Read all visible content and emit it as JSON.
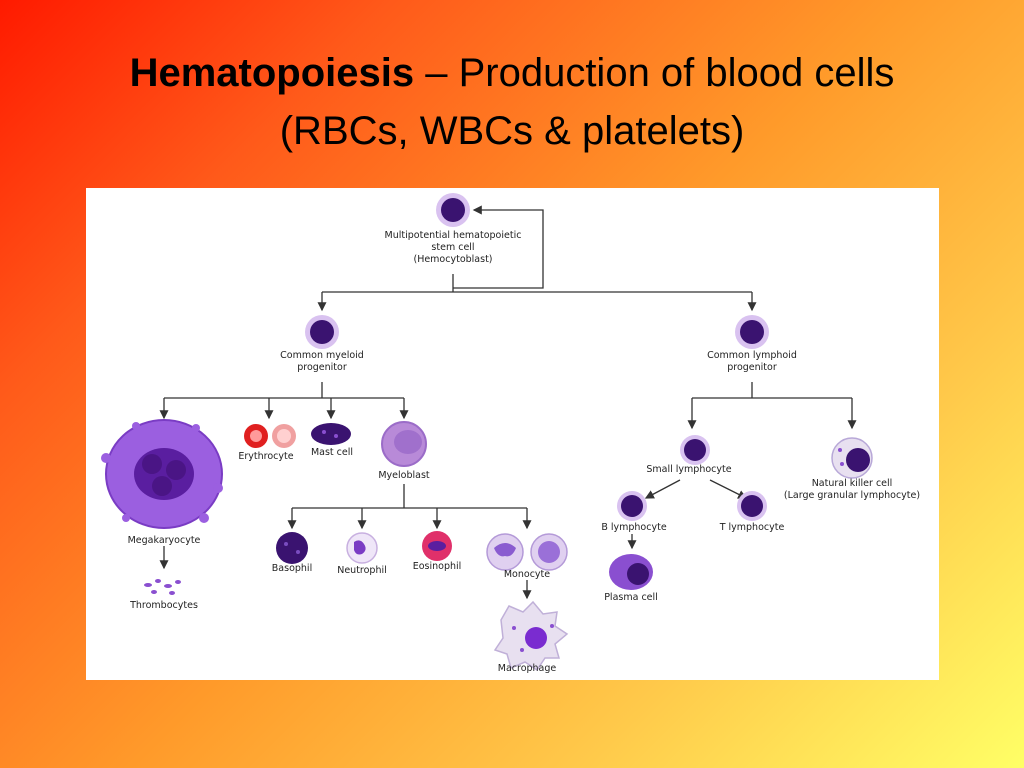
{
  "slide": {
    "title_bold": "Hematopoiesis",
    "title_rest": " – Production of blood cells",
    "title_line2": "(RBCs, WBCs & platelets)"
  },
  "colors": {
    "cell_purple": "#8a4fd0",
    "nucleus_dark": "#3a1370",
    "cell_halo": "#d9c2f0",
    "erythrocyte_red": "#e02020",
    "line": "#333333"
  },
  "diagram": {
    "stem_cell": [
      "Multipotential hematopoietic",
      "stem cell",
      "(Hemocytoblast)"
    ],
    "myeloid_progenitor": [
      "Common myeloid",
      "progenitor"
    ],
    "lymphoid_progenitor": [
      "Common lymphoid",
      "progenitor"
    ],
    "megakaryocyte": "Megakaryocyte",
    "thrombocytes": "Thrombocytes",
    "erythrocyte": "Erythrocyte",
    "mast_cell": "Mast cell",
    "myeloblast": "Myeloblast",
    "basophil": "Basophil",
    "neutrophil": "Neutrophil",
    "eosinophil": "Eosinophil",
    "monocyte": "Monocyte",
    "macrophage": "Macrophage",
    "small_lymphocyte": "Small lymphocyte",
    "natural_killer": [
      "Natural killer cell",
      "(Large granular lymphocyte)"
    ],
    "b_lymphocyte": "B lymphocyte",
    "t_lymphocyte": "T lymphocyte",
    "plasma_cell": "Plasma cell"
  }
}
